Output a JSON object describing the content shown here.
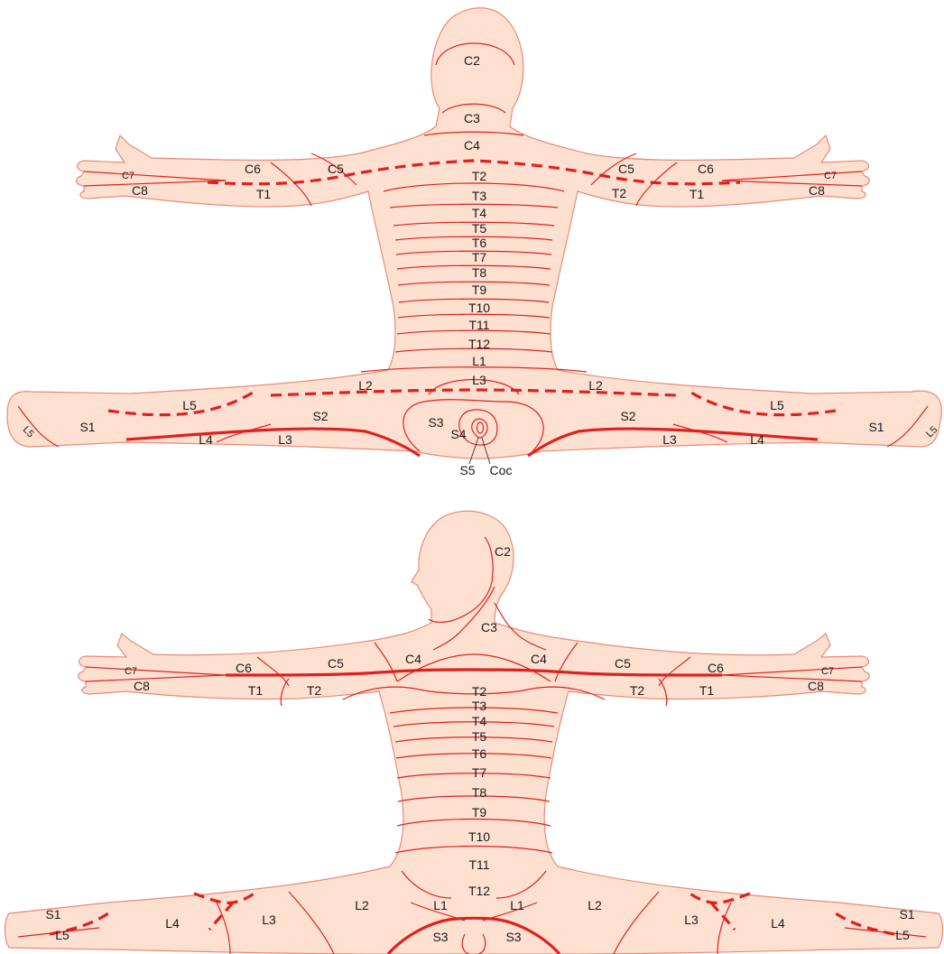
{
  "posterior": {
    "labels": {
      "c2": "C2",
      "c3": "C3",
      "c4": "C4",
      "c5_left": "C5",
      "c6_left": "C6",
      "c7_left": "C7",
      "c8_left": "C8",
      "t1_left": "T1",
      "c5_right": "C5",
      "c6_right": "C6",
      "c7_right": "C7",
      "c8_right": "C8",
      "t1_right": "T1",
      "t2": "T2",
      "t2_right": "T2",
      "t3": "T3",
      "t4": "T4",
      "t5": "T5",
      "t6": "T6",
      "t7": "T7",
      "t8": "T8",
      "t9": "T9",
      "t10": "T10",
      "t11": "T11",
      "t12": "T12",
      "l1": "L1",
      "l2_left": "L2",
      "l2_right": "L2",
      "l3": "L3",
      "l5_left": "L5",
      "l5_right": "L5",
      "l5_foot_left": "L5",
      "l5_foot_right": "L5",
      "s1_left": "S1",
      "s1_right": "S1",
      "s2_left": "S2",
      "s2_right": "S2",
      "l4_left": "L4",
      "l3_leg_left": "L3",
      "l3_leg_right": "L3",
      "l4_right": "L4",
      "s3": "S3",
      "s4": "S4",
      "s5": "S5",
      "coc": "Coc"
    }
  },
  "anterior": {
    "labels": {
      "c2": "C2",
      "c3": "C3",
      "c4_left": "C4",
      "c4_right": "C4",
      "c5_left": "C5",
      "c5_right": "C5",
      "c6_left": "C6",
      "c6_right": "C6",
      "c7_left": "C7",
      "c7_right": "C7",
      "c8_left": "C8",
      "c8_right": "C8",
      "t1_left": "T1",
      "t1_right": "T1",
      "t2_left": "T2",
      "t2_right": "T2",
      "t2": "T2",
      "t3": "T3",
      "t4": "T4",
      "t5": "T5",
      "t6": "T6",
      "t7": "T7",
      "t8": "T8",
      "t9": "T9",
      "t10": "T10",
      "t11": "T11",
      "t12": "T12",
      "l1_left": "L1",
      "l1_right": "L1",
      "l2_left": "L2",
      "l2_right": "L2",
      "l3_left": "L3",
      "l3_right": "L3",
      "l4_left": "L4",
      "l4_right": "L4",
      "l5_left": "L5",
      "l5_right": "L5",
      "s1_left": "S1",
      "s1_right": "S1",
      "s3_left": "S3",
      "s3_right": "S3"
    }
  }
}
